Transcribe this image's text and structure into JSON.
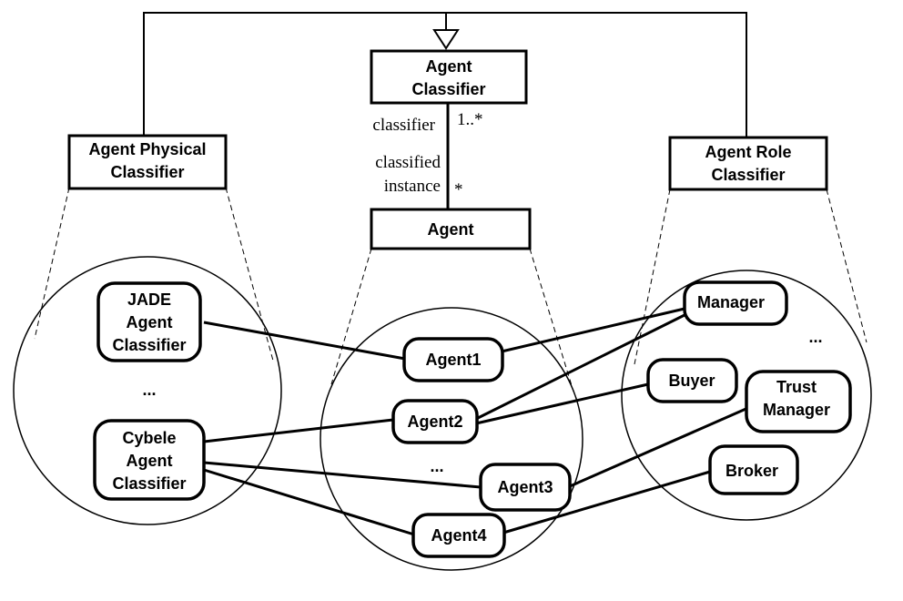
{
  "classes": {
    "agent_classifier": [
      "Agent",
      "Classifier"
    ],
    "agent_physical_classifier": [
      "Agent Physical",
      "Classifier"
    ],
    "agent_role_classifier": [
      "Agent Role",
      "Classifier"
    ],
    "agent": [
      "Agent"
    ]
  },
  "association": {
    "classifier_role": "classifier",
    "classifier_multiplicity": "1..*",
    "instance_role_line1": "classified",
    "instance_role_line2": "instance",
    "instance_multiplicity": "*"
  },
  "physical_instances": {
    "jade": [
      "JADE",
      "Agent",
      "Classifier"
    ],
    "cybele": [
      "Cybele",
      "Agent",
      "Classifier"
    ],
    "ellipsis": "..."
  },
  "agent_instances": {
    "agent1": "Agent1",
    "agent2": "Agent2",
    "agent3": "Agent3",
    "agent4": "Agent4",
    "ellipsis": "..."
  },
  "role_instances": {
    "manager": "Manager",
    "buyer": "Buyer",
    "trust_manager": [
      "Trust",
      "Manager"
    ],
    "broker": "Broker",
    "ellipsis": "..."
  }
}
